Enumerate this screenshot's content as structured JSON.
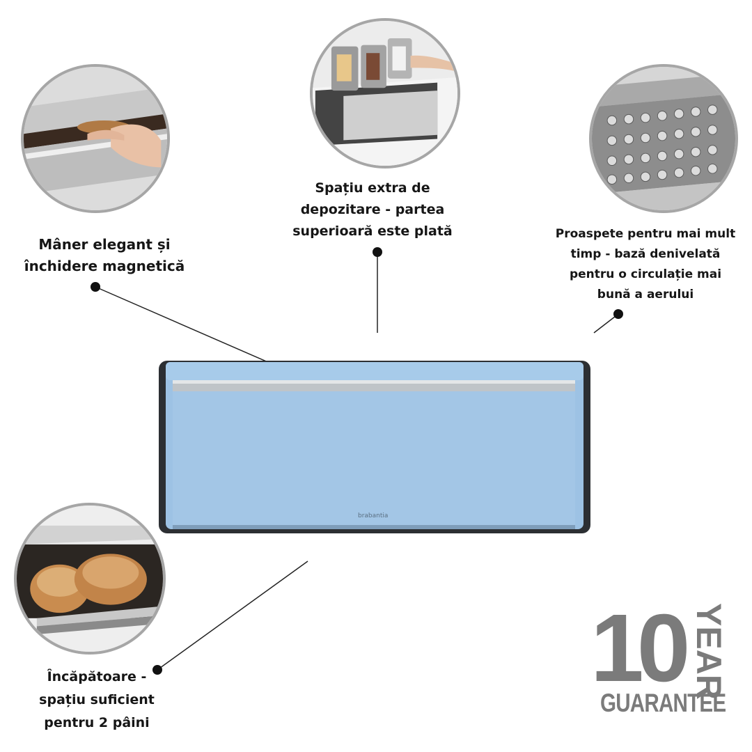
{
  "features": {
    "handle": {
      "line1": "Mâner elegant și",
      "line2": "închidere magnetică"
    },
    "storage": {
      "line1": "Spațiu extra de",
      "line2": "depozitare - partea",
      "line3": "superioară este plată"
    },
    "fresh": {
      "line1": "Proaspete pentru mai mult",
      "line2": "timp - bază denivelată",
      "line3": "pentru o circulație mai",
      "line4": "bună a aerului"
    },
    "capacity": {
      "line1": "Încăpătoare -",
      "line2": "spațiu suficient",
      "line3": "pentru 2 pâini"
    }
  },
  "product": {
    "brand": "brabantia",
    "color": "#a6c8e6"
  },
  "guarantee": {
    "number": "10",
    "unit": "YEAR",
    "word": "GUARANTEE",
    "color": "#7b7b7b"
  },
  "icons": [
    "handle-detail-photo",
    "stacked-canisters-photo",
    "perforated-base-photo",
    "bread-loaves-photo"
  ]
}
